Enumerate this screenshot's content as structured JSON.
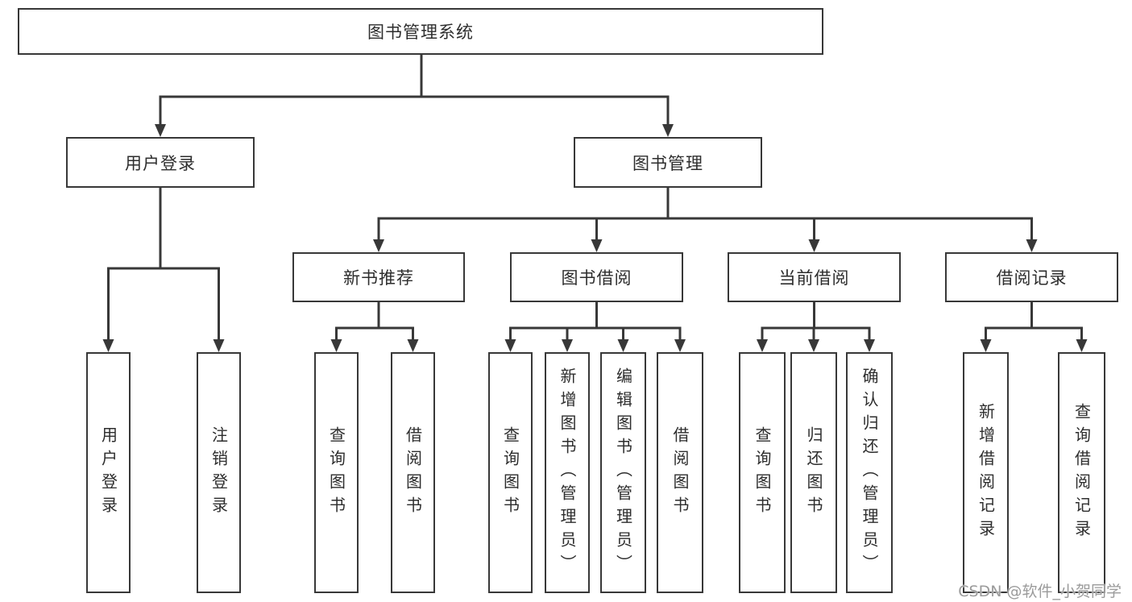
{
  "diagram": {
    "nodes": {
      "root": {
        "label": "图书管理系统"
      },
      "user_login": {
        "label": "用户登录"
      },
      "book_management": {
        "label": "图书管理"
      },
      "new_book_recommendation": {
        "label": "新书推荐"
      },
      "book_borrowing": {
        "label": "图书借阅"
      },
      "current_borrowing": {
        "label": "当前借阅"
      },
      "borrowing_records": {
        "label": "借阅记录"
      },
      "leaves": [
        {
          "label": "用户登录"
        },
        {
          "label": "注销登录"
        },
        {
          "label": "查询图书"
        },
        {
          "label": "借阅图书"
        },
        {
          "label": "查询图书"
        },
        {
          "label": "新增图书（管理员）"
        },
        {
          "label": "编辑图书（管理员）"
        },
        {
          "label": "借阅图书"
        },
        {
          "label": "查询图书"
        },
        {
          "label": "归还图书"
        },
        {
          "label": "确认归还（管理员）"
        },
        {
          "label": "新增借阅记录"
        },
        {
          "label": "查询借阅记录"
        }
      ]
    },
    "colors": {
      "line": "#383838",
      "text": "#2d2d2d",
      "background": "#ffffff",
      "watermark": "#9b9b9b"
    }
  },
  "watermark": {
    "text": "CSDN @软件_小贺同学"
  }
}
